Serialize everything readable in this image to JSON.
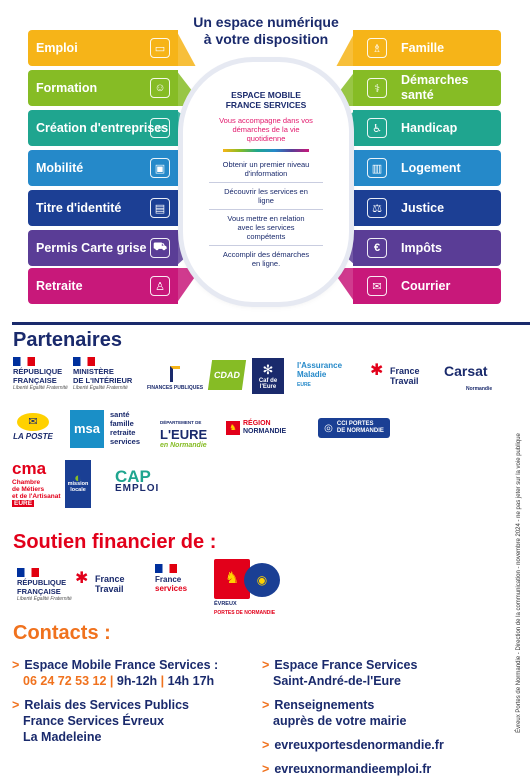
{
  "header": {
    "title_line1": "Un espace numérique",
    "title_line2": "à votre disposition"
  },
  "colors": {
    "navy": "#1a2a6c",
    "orange": "#f0721e",
    "red": "#e2001a"
  },
  "left_bands": [
    {
      "label": "Emploi",
      "color": "#f6b418",
      "icon": "briefcase-icon",
      "glyph": "▭"
    },
    {
      "label": "Formation",
      "color": "#86bc25",
      "icon": "people-icon",
      "glyph": "☺"
    },
    {
      "label": "Création d'entreprises",
      "color": "#1fa58f",
      "icon": "bulb-icon",
      "glyph": "☼"
    },
    {
      "label": "Mobilité",
      "color": "#2589c9",
      "icon": "bus-icon",
      "glyph": "▣"
    },
    {
      "label": "Titre d'identité",
      "color": "#1c3f94",
      "icon": "id-card-icon",
      "glyph": "▤"
    },
    {
      "label": "Permis Carte grise",
      "color": "#5a3d96",
      "icon": "car-icon",
      "glyph": "⛟"
    },
    {
      "label": "Retraite",
      "color": "#c8187a",
      "icon": "retiree-icon",
      "glyph": "♙"
    }
  ],
  "right_bands": [
    {
      "label": "Famille",
      "color": "#f6b418",
      "icon": "family-icon",
      "glyph": "♗"
    },
    {
      "label": "Démarches santé",
      "color": "#86bc25",
      "icon": "caduceus-icon",
      "glyph": "⚕"
    },
    {
      "label": "Handicap",
      "color": "#1fa58f",
      "icon": "wheelchair-icon",
      "glyph": "♿"
    },
    {
      "label": "Logement",
      "color": "#2589c9",
      "icon": "building-icon",
      "glyph": "▥"
    },
    {
      "label": "Justice",
      "color": "#1c3f94",
      "icon": "scales-icon",
      "glyph": "⚖"
    },
    {
      "label": "Impôts",
      "color": "#5a3d96",
      "icon": "tax-doc-icon",
      "glyph": "€"
    },
    {
      "label": "Courrier",
      "color": "#c8187a",
      "icon": "envelope-icon",
      "glyph": "✉"
    }
  ],
  "pill": {
    "heading": "ESPACE MOBILE FRANCE SERVICES",
    "tagline": "Vous accompagne dans vos démarches de la vie quotidienne",
    "items": [
      "Obtenir un premier niveau d'information",
      "Découvrir les services en ligne",
      "Vous mettre en relation avec les services compétents",
      "Accomplir des démarches en ligne."
    ]
  },
  "partners": {
    "title": "Partenaires",
    "rf": {
      "line1": "RÉPUBLIQUE",
      "line2": "FRANÇAISE",
      "motto": "Liberté Égalité Fraternité"
    },
    "interieur": {
      "line1": "MINISTÈRE",
      "line2": "DE L'INTÉRIEUR",
      "motto": "Liberté Égalité Fraternité"
    },
    "finances": "FINANCES PUBLIQUES",
    "cdad": "CDAD",
    "caf": "Caf de l'Eure",
    "ameli": {
      "line1": "l'Assurance",
      "line2": "Maladie",
      "line3": "EURE"
    },
    "ft": {
      "line1": "France",
      "line2": "Travail"
    },
    "carsat": {
      "name": "Carsat",
      "sub": "Normandie"
    },
    "laposte": "LA POSTE",
    "msa": {
      "l1": "santé",
      "l2": "famille",
      "l3": "retraite",
      "l4": "services"
    },
    "eure": {
      "top": "DÉPARTEMENT DE",
      "name": "L'EURE",
      "sub": "en Normandie"
    },
    "region": {
      "l1": "RÉGION",
      "l2": "NORMANDIE"
    },
    "cci": {
      "l1": "CCI PORTES",
      "l2": "DE NORMANDIE"
    },
    "cma": {
      "l1": "Chambre",
      "l2": "de Métiers",
      "l3": "et de l'Artisanat",
      "l4": "EURE"
    },
    "mission": {
      "l1": "mission",
      "l2": "locale"
    },
    "cap": {
      "l1": "CAP",
      "l2": "EMPLOI"
    }
  },
  "funding": {
    "title": "Soutien financier de :",
    "rf": {
      "line1": "RÉPUBLIQUE",
      "line2": "FRANÇAISE",
      "motto": "Liberté Égalité Fraternité"
    },
    "ft": {
      "line1": "France",
      "line2": "Travail"
    },
    "fs": {
      "line1": "France",
      "line2": "services"
    },
    "evreux": {
      "l1": "ÉVREUX",
      "l2": "PORTES DE NORMANDIE"
    }
  },
  "contacts": {
    "title": "Contacts :",
    "c1_line1": "Espace Mobile France Services :",
    "c1_phone": "06 24 72 53 12",
    "c1_sep1": " | ",
    "c1_hours1": "9h-12h",
    "c1_sep2": " | ",
    "c1_hours2": "14h 17h",
    "c2_line1": "Relais des Services Publics",
    "c2_line2": "France Services Évreux",
    "c2_line3": "La Madeleine",
    "c3_line1": "Espace France Services",
    "c3_line2": "Saint-André-de-l'Eure",
    "c4_line1": "Renseignements",
    "c4_line2": "auprès de votre mairie",
    "c5": "evreuxportesdenormandie.fr",
    "c6": "evreuxnormandieemploi.fr",
    "arrow": ">"
  },
  "sidenote": "Évreux Portes de Normandie - Direction de la communication - novembre 2024 - ne pas jeter sur la voie publique"
}
